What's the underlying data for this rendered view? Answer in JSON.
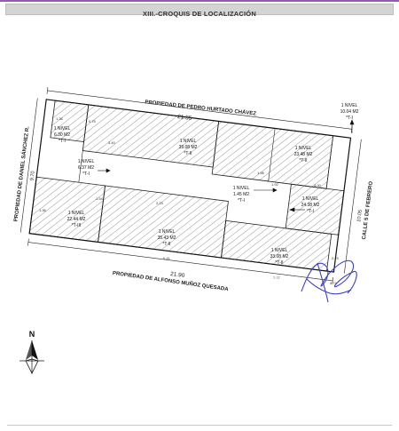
{
  "header": {
    "title": "XIII.-CROQUIS DE LOCALIZACIÓN"
  },
  "neighbors": {
    "north": "PROPIEDAD DE PEDRO HURTADO CHÁVEZ",
    "south": "PROPIEDAD DE ALFONSO MUÑOZ QUESADA",
    "west": "PROPIEDAD DE DANIEL SÁNCHEZ R.",
    "east": "CALLE 5 DE FEBRERO"
  },
  "dimensions": {
    "north_total": "21.55",
    "south_total": "21.90",
    "west_total": "9.70",
    "east_total": "10.05",
    "small": [
      "1.36",
      "0.75",
      "3.40",
      "1.98",
      "1.92",
      "2.23",
      "1.54",
      "1.36",
      "4.00",
      "7.77",
      "0.41",
      "0.74",
      "2.23"
    ]
  },
  "areas": [
    {
      "nivel": "1 NIVEL",
      "area": "6.30 M2",
      "type": "*T-I"
    },
    {
      "nivel": "1 NIVEL",
      "area": "39.08 M2",
      "type": "*T-II"
    },
    {
      "nivel": "1 NIVEL",
      "area": "23.48 M2",
      "type": "*T-II"
    },
    {
      "nivel": "1 NIVEL",
      "area": "10.04 M2",
      "type": "*T-I"
    },
    {
      "nivel": "1 NIVEL",
      "area": "6.37 M2",
      "type": "*T-I"
    },
    {
      "nivel": "1 NIVEL",
      "area": "1.45 M2",
      "type": "*T-I"
    },
    {
      "nivel": "1 NIVEL",
      "area": "24.38 M2",
      "type": "*T-I"
    },
    {
      "nivel": "1 NIVEL",
      "area": "22.44 M2",
      "type": "*T-III"
    },
    {
      "nivel": "1 NIVEL",
      "area": "35.43 M2",
      "type": "*T-II"
    },
    {
      "nivel": "1 NIVEL",
      "area": "33.08 M2",
      "type": "*T-II"
    }
  ],
  "compass": {
    "label": "N"
  },
  "colors": {
    "accent": "#9b59b6",
    "header_bg": "#d4d4d4",
    "line": "#222222",
    "signature": "#3b3fc0"
  }
}
